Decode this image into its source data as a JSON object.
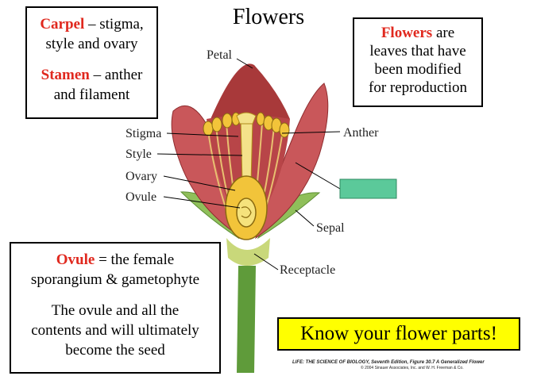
{
  "title": "Flowers",
  "carpel_box": {
    "term": "Carpel",
    "def": " – stigma,",
    "line2": "style and ovary",
    "stamen_term": "Stamen",
    "stamen_def": " – anther",
    "stamen_line2": "and filament"
  },
  "flowers_box": {
    "term": "Flowers",
    "def": " are",
    "line2": "leaves that have",
    "line3": "been modified",
    "line4": "for reproduction"
  },
  "ovule_box": {
    "term": "Ovule",
    "def": " = the female",
    "line2": "sporangium & gametophyte",
    "para2_line1": "The ovule and all the",
    "para2_line2": "contents and will ultimately",
    "para2_line3": "become the seed"
  },
  "know_box": "Know your flower parts!",
  "labels": {
    "petal": "Petal",
    "stigma": "Stigma",
    "style": "Style",
    "ovary": "Ovary",
    "ovule": "Ovule",
    "anther": "Anther",
    "sepal": "Sepal",
    "receptacle": "Receptacle"
  },
  "credit_line1": "LIFE: THE SCIENCE OF BIOLOGY, Seventh Edition, Figure 30.7 A Generalized Flower",
  "credit_line2": "© 2004 Sinauer Associates, Inc. and W. H. Freeman & Co.",
  "colors": {
    "accent_red": "#e0281e",
    "highlight_yellow": "#ffff00",
    "hidden_label_green": "#5bc99a"
  }
}
